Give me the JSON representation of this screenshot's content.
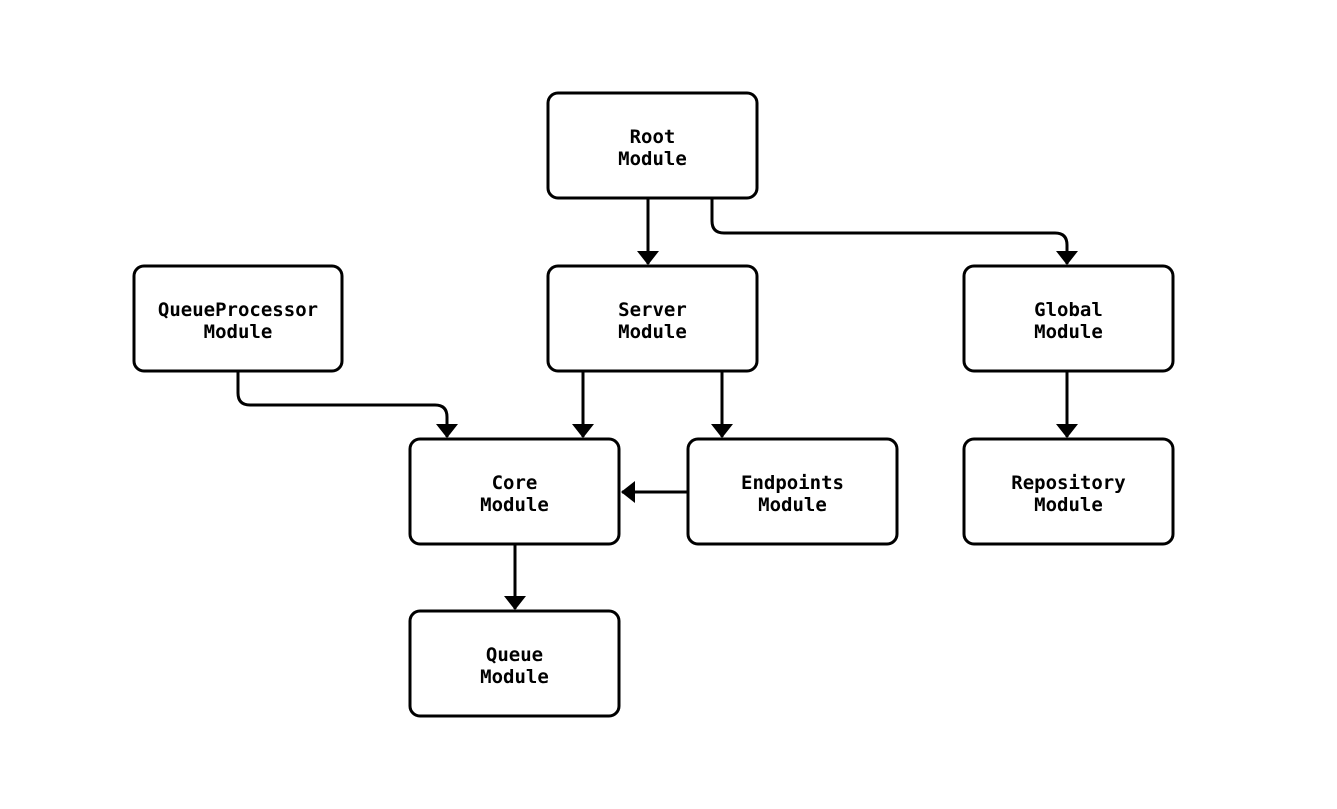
{
  "diagram": {
    "type": "flowchart",
    "direction": "top-down",
    "background_color": "#ffffff",
    "node_fill_color": "#ffffff",
    "node_border_color": "#000000",
    "edge_color": "#000000",
    "text_color": "#000000",
    "nodes": {
      "root": {
        "label": "Root Module",
        "line1": "Root",
        "line2": "Module"
      },
      "queueprocessor": {
        "label": "QueueProcessor Module",
        "line1": "QueueProcessor",
        "line2": "Module"
      },
      "server": {
        "label": "Server Module",
        "line1": "Server",
        "line2": "Module"
      },
      "global": {
        "label": "Global Module",
        "line1": "Global",
        "line2": "Module"
      },
      "core": {
        "label": "Core Module",
        "line1": "Core",
        "line2": "Module"
      },
      "endpoints": {
        "label": "Endpoints Module",
        "line1": "Endpoints",
        "line2": "Module"
      },
      "repository": {
        "label": "Repository Module",
        "line1": "Repository",
        "line2": "Module"
      },
      "queue": {
        "label": "Queue Module",
        "line1": "Queue",
        "line2": "Module"
      }
    },
    "edges": [
      {
        "from": "Root Module",
        "to": "Server Module"
      },
      {
        "from": "Root Module",
        "to": "Global Module"
      },
      {
        "from": "QueueProcessor Module",
        "to": "Core Module"
      },
      {
        "from": "Server Module",
        "to": "Core Module"
      },
      {
        "from": "Server Module",
        "to": "Endpoints Module"
      },
      {
        "from": "Endpoints Module",
        "to": "Core Module"
      },
      {
        "from": "Global Module",
        "to": "Repository Module"
      },
      {
        "from": "Core Module",
        "to": "Queue Module"
      }
    ]
  }
}
